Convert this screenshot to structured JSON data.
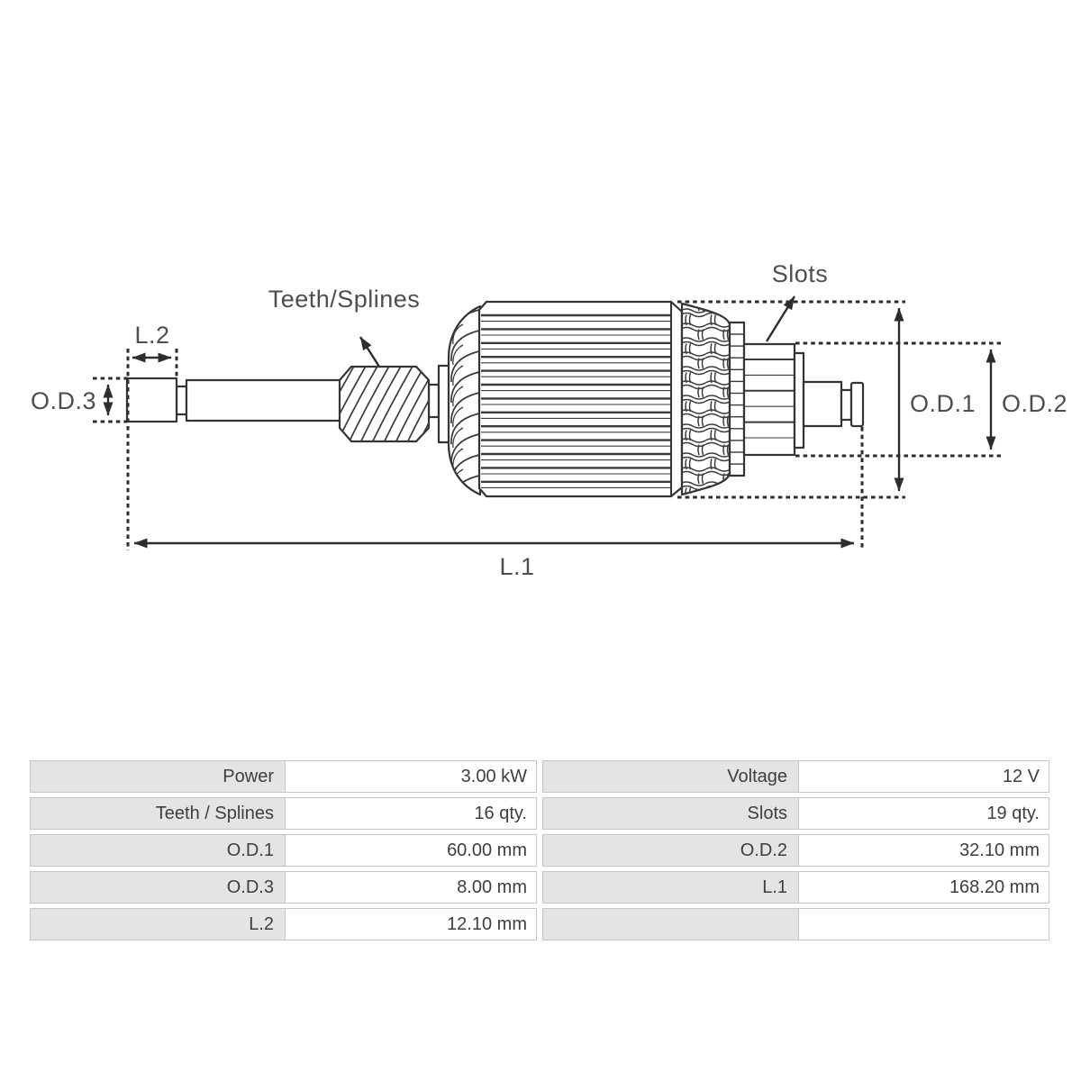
{
  "diagram": {
    "labels": {
      "teeth_splines": "Teeth/Splines",
      "slots": "Slots",
      "l1": "L.1",
      "l2": "L.2",
      "od1": "O.D.1",
      "od2": "O.D.2",
      "od3": "O.D.3"
    },
    "stroke_color": "#343434",
    "label_color": "#4e4e50"
  },
  "spec_table": {
    "label_bg": "#e4e4e4",
    "border_color": "#c5c5c5",
    "text_color": "#3e3e3e",
    "rows": [
      {
        "label1": "Power",
        "value1": "3.00 kW",
        "label2": "Voltage",
        "value2": "12 V"
      },
      {
        "label1": "Teeth / Splines",
        "value1": "16 qty.",
        "label2": "Slots",
        "value2": "19 qty."
      },
      {
        "label1": "O.D.1",
        "value1": "60.00 mm",
        "label2": "O.D.2",
        "value2": "32.10 mm"
      },
      {
        "label1": "O.D.3",
        "value1": "8.00 mm",
        "label2": "L.1",
        "value2": "168.20 mm"
      },
      {
        "label1": "L.2",
        "value1": "12.10 mm",
        "label2": "",
        "value2": ""
      }
    ]
  }
}
